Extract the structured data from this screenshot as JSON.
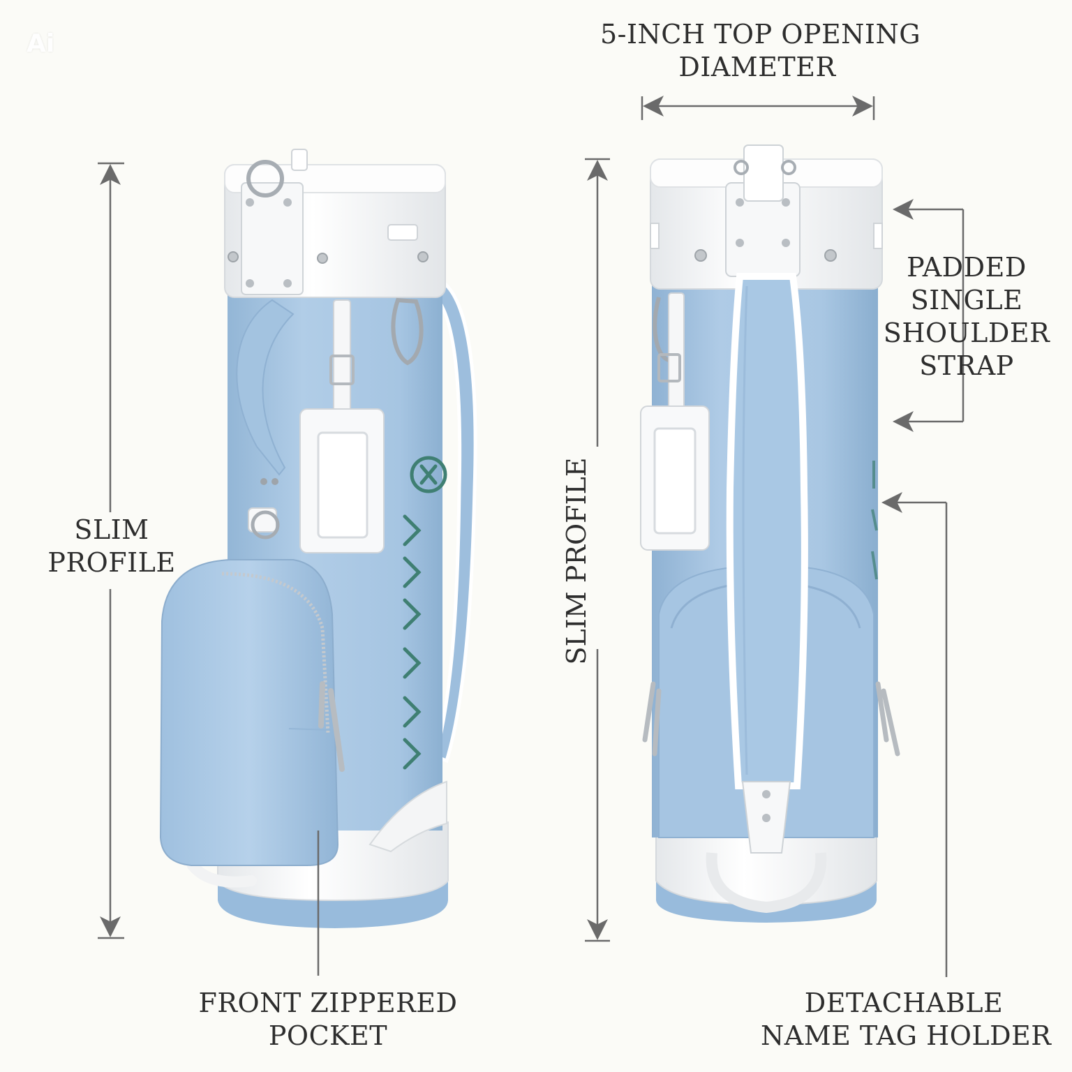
{
  "badge": "Ai",
  "labels": {
    "top_opening": [
      "5-INCH TOP OPENING",
      "DIAMETER"
    ],
    "slim_profile_left": [
      "SLIM",
      "PROFILE"
    ],
    "slim_profile_vertical": "SLIM PROFILE",
    "shoulder_strap": [
      "PADDED",
      "SINGLE",
      "SHOULDER",
      "STRAP"
    ],
    "front_pocket": [
      "FRONT ZIPPERED",
      "POCKET"
    ],
    "name_tag": [
      "DETACHABLE",
      "NAME TAG HOLDER"
    ]
  },
  "colors": {
    "bag_blue": "#a9c8e4",
    "bag_blue_dark": "#8fb3d4",
    "trim_white": "#f6f7f8",
    "dimension_line": "#6a6a6a",
    "logo_green": "#3f7f72"
  }
}
